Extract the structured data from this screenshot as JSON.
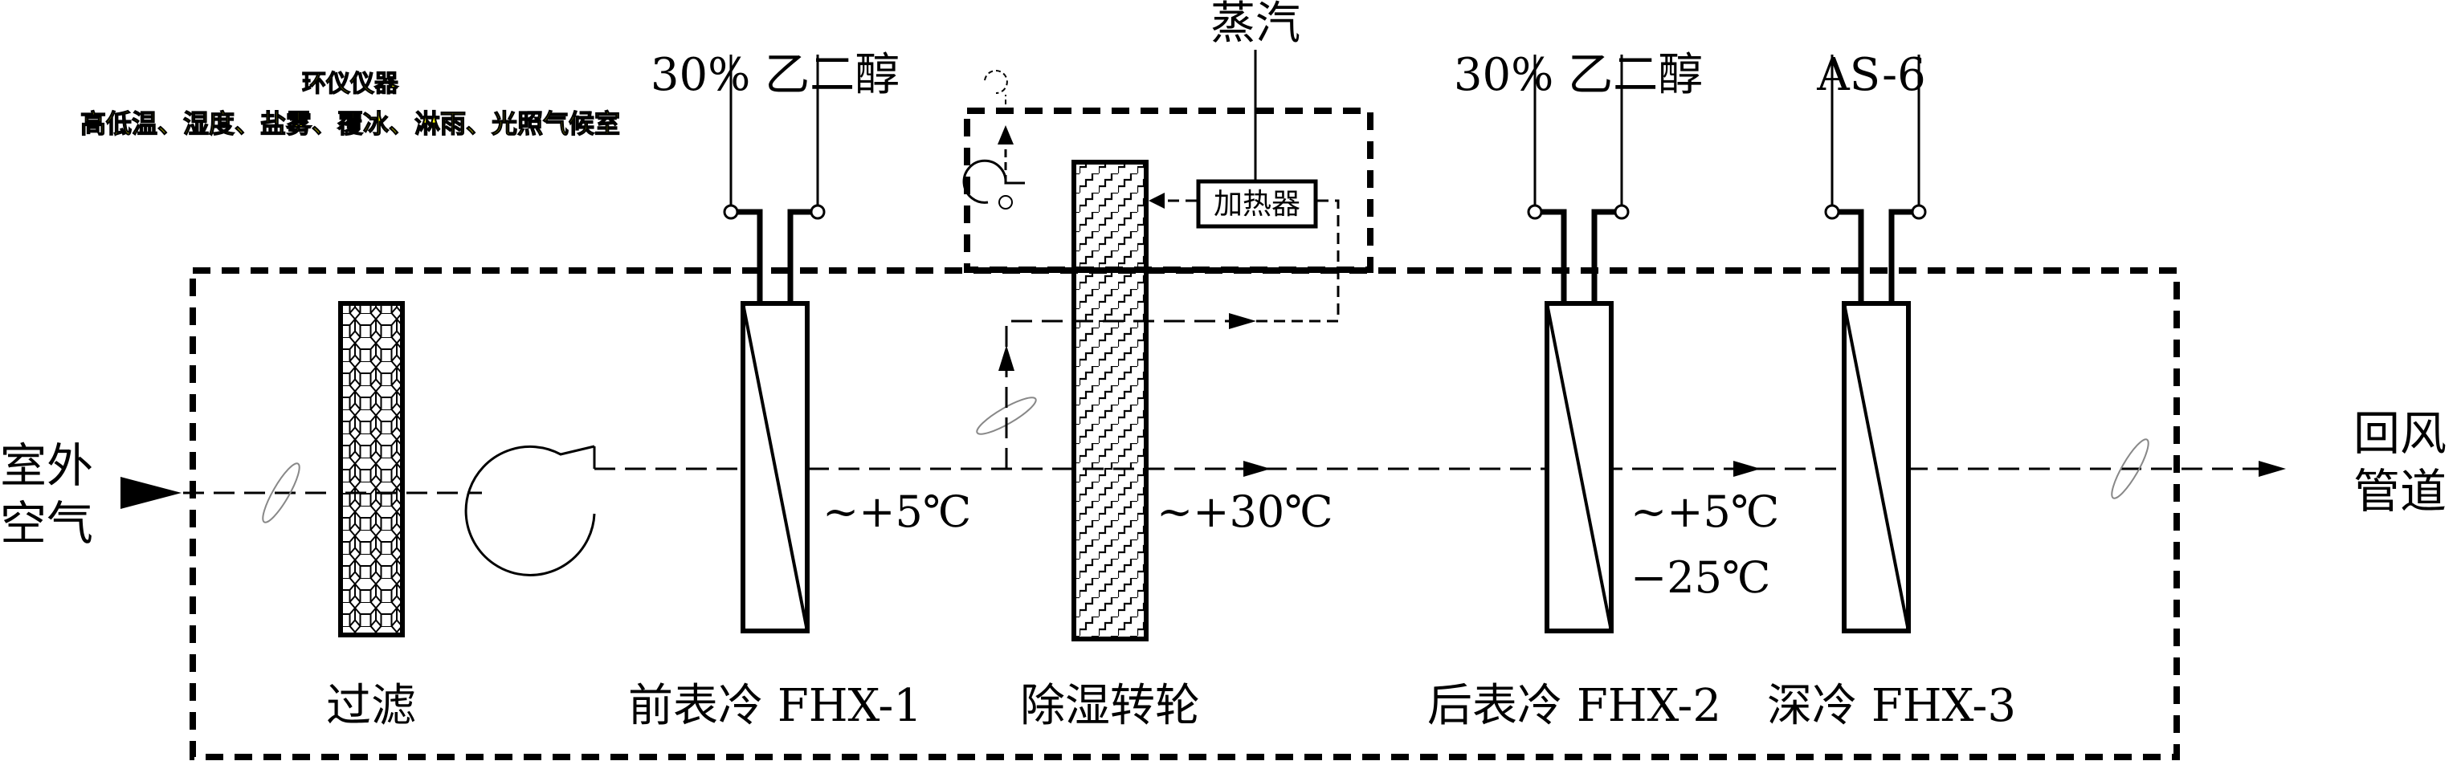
{
  "watermark": {
    "line1": "环仪仪器",
    "line2": "高低温、湿度、盐雾、覆冰、淋雨、光照气候室",
    "text_color": "#ffff00",
    "outline_color": "#000000"
  },
  "labels": {
    "inlet": [
      "室外",
      "空气"
    ],
    "outlet": [
      "回风",
      "管道"
    ],
    "steam": "蒸汽",
    "heater": "加热器",
    "coolant_1": "30% 乙二醇",
    "coolant_2": "30% 乙二醇",
    "coolant_3": "AS-6",
    "temp_after_fhx1": "~+5℃",
    "temp_after_wheel": "~+30℃",
    "temp_after_fhx2_a": "~+5℃",
    "temp_after_fhx2_b": "−25℃"
  },
  "components": {
    "filter": "过滤",
    "fhx1": "前表冷 FHX-1",
    "wheel": "除湿转轮",
    "fhx2": "后表冷 FHX-2",
    "fhx3": "深冷 FHX-3"
  }
}
